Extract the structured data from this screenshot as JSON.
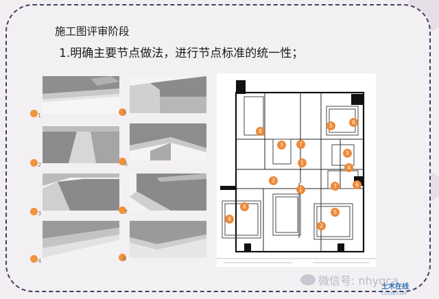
{
  "slide": {
    "heading": "施工图评审阶段",
    "subheading": "1.明确主要节点做法，进行节点标准的统一性；"
  },
  "thumbnails": [
    {
      "label": "1"
    },
    {
      "label": "2"
    },
    {
      "label": "3"
    },
    {
      "label": "4"
    },
    {
      "label": "5"
    },
    {
      "label": "6"
    },
    {
      "label": "7"
    },
    {
      "label": "8"
    }
  ],
  "plan_markers": [
    "8",
    "5",
    "6",
    "3",
    "7",
    "1",
    "5",
    "4",
    "2",
    "7",
    "6",
    "1",
    "6",
    "5",
    "4",
    "2"
  ],
  "watermark": {
    "text": "微信号: nhyqca",
    "icon": "wechat-icon"
  },
  "logo": {
    "main": "土木在线",
    "sub": "CO188.COM"
  },
  "colors": {
    "border": "#3a3f63",
    "badge": "#f2923a",
    "marker": "#ec8a3a"
  }
}
